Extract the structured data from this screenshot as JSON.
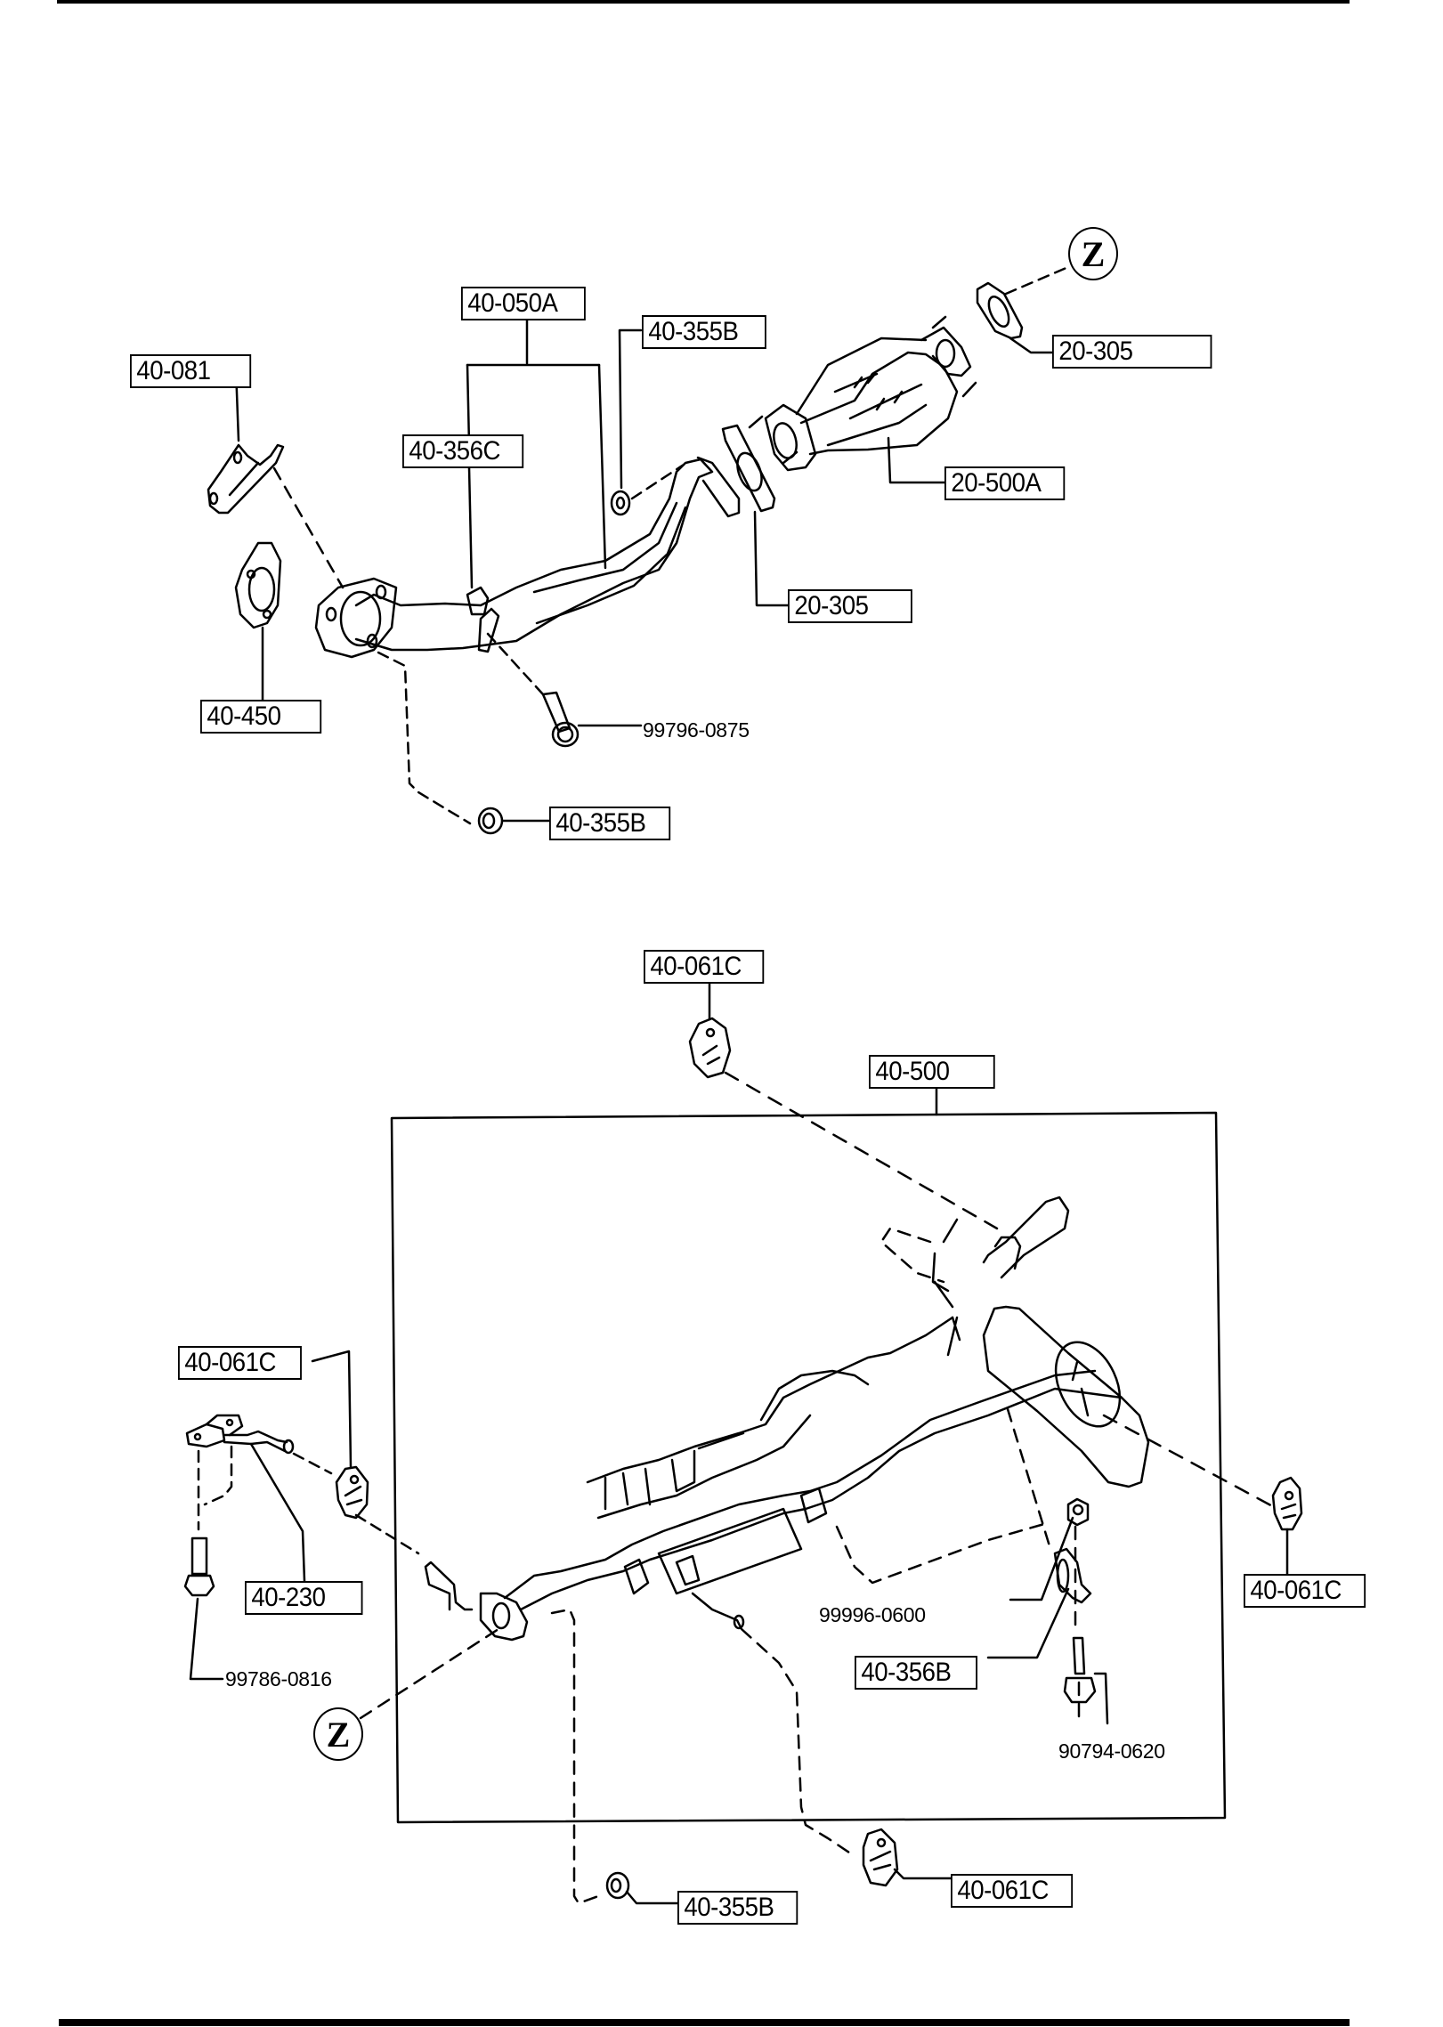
{
  "page": {
    "title": "Exhaust System Parts Diagram"
  },
  "upper_section": {
    "labels": {
      "front_pipe": "40-050A",
      "nut_top": "40-355B",
      "bracket": "40-081",
      "clamp": "40-356C",
      "gasket_rear": "20-305",
      "catalytic_converter": "20-500A",
      "gasket_mid": "20-305",
      "gasket_manifold": "40-450",
      "nut_lower": "40-355B"
    },
    "part_numbers": {
      "bolt": "99796-0875"
    },
    "reference_marker": "Z"
  },
  "lower_section": {
    "labels": {
      "hanger_top": "40-061C",
      "muffler_assembly": "40-500",
      "hanger_left": "40-061C",
      "hanger_bracket": "40-230",
      "hanger_right": "40-061C",
      "clamp": "40-356B",
      "nut_bottom": "40-355B",
      "hanger_bottom": "40-061C"
    },
    "part_numbers": {
      "bolt_left": "99786-0816",
      "nut": "99996-0600",
      "bolt_clamp": "90794-0620"
    },
    "reference_marker": "Z"
  }
}
